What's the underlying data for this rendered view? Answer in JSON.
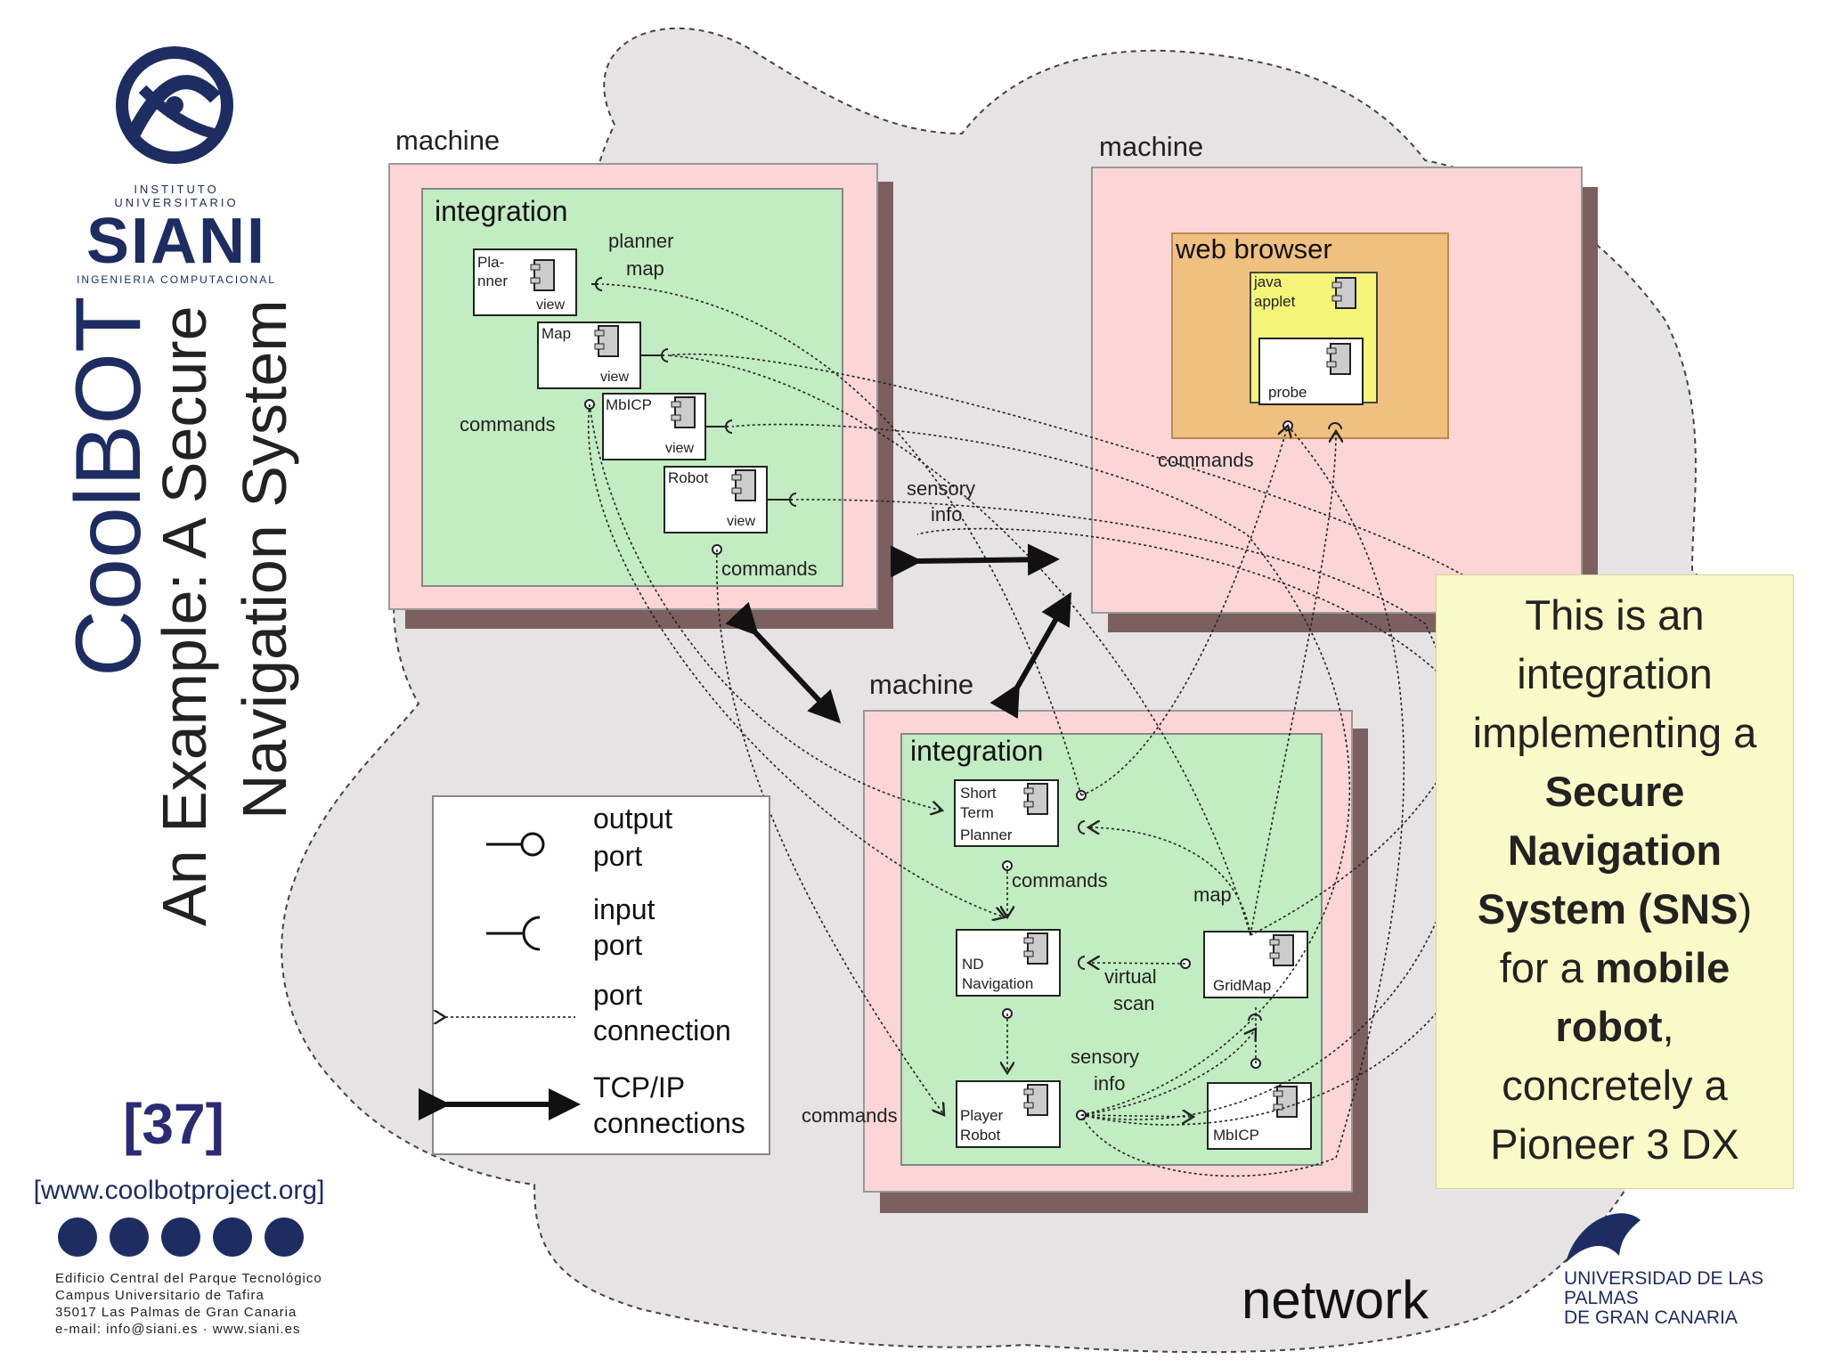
{
  "sidebar": {
    "logo": {
      "top_label": "INSTITUTO UNIVERSITARIO",
      "name": "SIANI",
      "bottom_label": "INGENIERIA COMPUTACIONAL"
    },
    "title": "CoolBOT",
    "subtitle_line1": "An Example: A Secure",
    "subtitle_line2": "Navigation System",
    "ref_number": "[37]",
    "ref_url": "[www.coolbotproject.org]",
    "address": [
      "Edificio Central del Parque Tecnológico",
      "Campus Universitario de Tafira",
      "35017 Las Palmas de Gran Canaria",
      "e-mail: info@siani.es · www.siani.es"
    ]
  },
  "diagram": {
    "network_label": "network",
    "machine1": {
      "label": "machine",
      "integration_label": "integration",
      "components": {
        "planner": [
          "Pla-",
          "nner"
        ],
        "map": "Map",
        "mbicp": "MbICP",
        "robot": "Robot",
        "view": "view"
      },
      "labels": {
        "planner": "planner",
        "map": "map",
        "commands_left": "commands",
        "sensory1": "sensory",
        "sensory2": "info",
        "commands_bottom": "commands"
      }
    },
    "machine2": {
      "label": "machine",
      "browser_label": "web browser",
      "applet": [
        "java",
        "applet"
      ],
      "probe": "probe",
      "commands": "commands"
    },
    "machine3": {
      "label": "machine",
      "integration_label": "integration",
      "components": {
        "stp": [
          "Short",
          "Term",
          "Planner"
        ],
        "nd": [
          "ND",
          "Navigation"
        ],
        "gridmap": "GridMap",
        "player": [
          "Player",
          "Robot"
        ],
        "mbicp": "MbICP"
      },
      "labels": {
        "commands": "commands",
        "map": "map",
        "virtual1": "virtual",
        "virtual2": "scan",
        "sensory1": "sensory",
        "sensory2": "info",
        "commands_left": "commands"
      }
    },
    "legend": {
      "output": [
        "output",
        "port"
      ],
      "input": [
        "input",
        "port"
      ],
      "connection": [
        "port",
        "connection"
      ],
      "tcp": [
        "TCP/IP",
        "connections"
      ]
    }
  },
  "note": {
    "line1": "This is an",
    "line2": "integration",
    "line3": "implementing a",
    "bold1": "Secure",
    "bold2": "Navigation",
    "bold3": "System (SNS",
    "paren": ")",
    "for_a": "for a ",
    "bold4": "mobile",
    "bold5": "robot",
    "comma": ",",
    "line8": "concretely a",
    "line9": "Pioneer 3 DX"
  },
  "ulpgc": {
    "line1": "UNIVERSIDAD DE LAS PALMAS",
    "line2": "DE GRAN CANARIA"
  },
  "colors": {
    "brand_navy": "#1e2d61",
    "machine_fill": "#fcd6d6",
    "machine_shadow": "#7c5f5f",
    "integration_fill": "#c2ecc2",
    "browser_fill": "#f0c080",
    "applet_fill": "#f5f57a",
    "note_fill": "#fafac8",
    "cloud_fill": "#e6e3e4"
  }
}
